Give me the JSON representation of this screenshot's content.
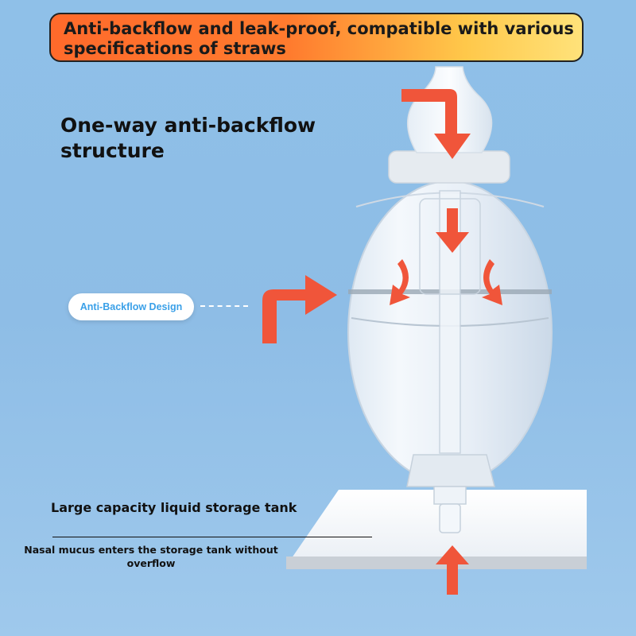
{
  "banner": {
    "line1": "Anti-backflow and leak-proof, compatible with various",
    "line2": "specifications of straws"
  },
  "headline": {
    "line1": "One-way anti-backflow",
    "line2": "structure"
  },
  "pill": {
    "label": "Anti-Backflow Design"
  },
  "captions": {
    "large": "Large capacity liquid storage tank",
    "small_line1": "Nasal mucus enters the storage tank without",
    "small_line2": "overflow"
  },
  "colors": {
    "arrow": "#f0553a",
    "pill_text": "#3aa0e8",
    "banner_start": "#ff6a2b",
    "banner_end": "#ffe27a"
  }
}
